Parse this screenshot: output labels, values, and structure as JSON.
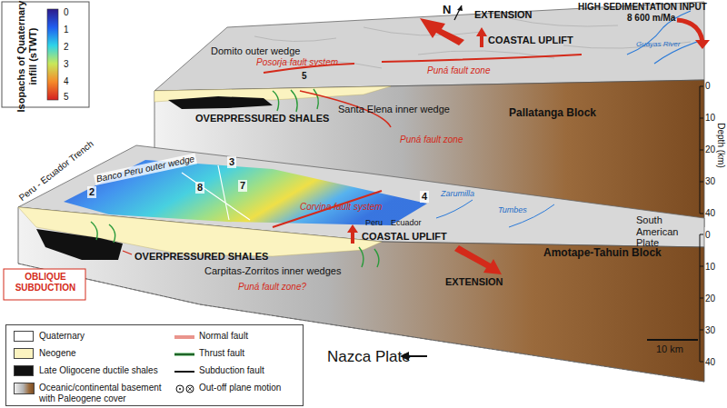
{
  "diagram": {
    "labels": [
      "Isopachs of Quaternary infill (sTWT)",
      "0",
      "1",
      "2",
      "3",
      "4",
      "5",
      "N",
      "EXTENSION",
      "COASTAL UPLIFT",
      "HIGH SEDIMENTATION INPUT",
      "8 600 m/Ma",
      "Guayas River",
      "Domito outer wedge",
      "Posorja fault system",
      "5",
      "Puná fault zone",
      "OVERPRESSURED SHALES",
      "Santa Elena inner wedge",
      "Puná fault zone",
      "Pallatanga Block",
      "0",
      "10",
      "20",
      "30",
      "40",
      "Depth (km)",
      "Peru - Ecuador Trench",
      "Banco Peru outer wedge",
      "2",
      "3",
      "8",
      "7",
      "4",
      "Zarumilla",
      "Corvina fault system",
      "Peru",
      "Ecuador",
      "Tumbes",
      "South American Plate",
      "COASTAL UPLIFT",
      "EXTENSION",
      "Amotape-Tahuin Block",
      "OVERPRESSURED SHALES",
      "Carpitas-Zorritos inner wedges",
      "Puná fault zone?",
      "OBLIQUE SUBDUCTION",
      "Nazca Plate",
      "10 km",
      "0",
      "10",
      "20",
      "30",
      "40"
    ],
    "legend": [
      {
        "text": "Quaternary",
        "color": "#ffffff"
      },
      {
        "text": "Neogene",
        "color": "#fbf3c0"
      },
      {
        "text": "Late Oligocene ductile shales",
        "color": "#111111"
      },
      {
        "text": "Oceanic/continental basement with Paleogene cover"
      },
      {
        "text": "Normal fault"
      },
      {
        "text": "Thrust fault"
      },
      {
        "text": "Subduction fault"
      },
      {
        "text": "Out-off plane motion"
      }
    ]
  }
}
